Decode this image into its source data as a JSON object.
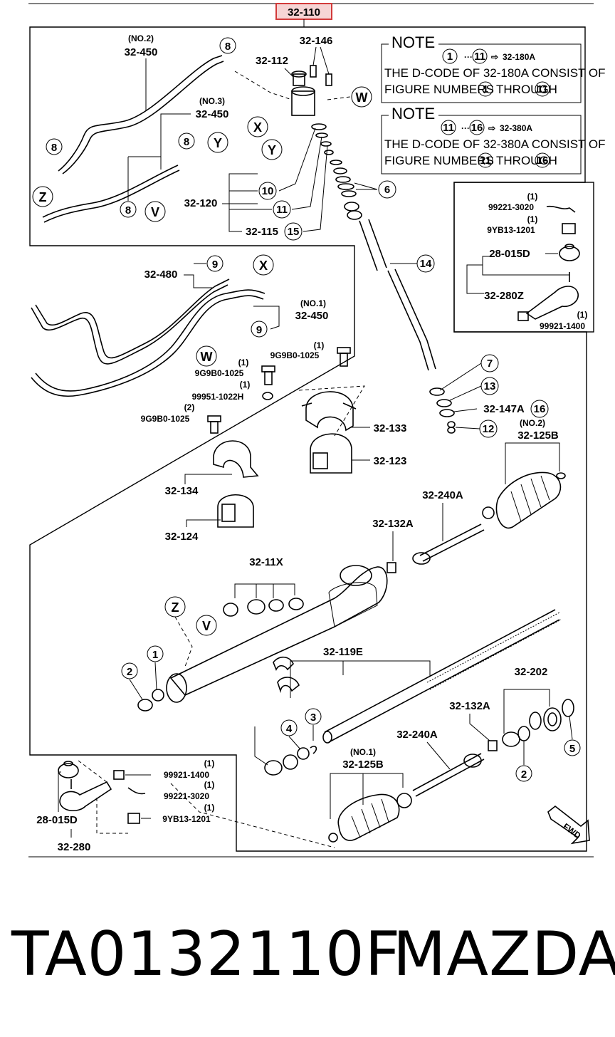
{
  "header": {
    "code": "32-110"
  },
  "notes": [
    {
      "heading": "NOTE",
      "ref_from": "1",
      "ref_to": "11",
      "target": "32-180A",
      "line1": "THE D-CODE OF 32-180A CONSIST OF",
      "line2_pre": "FIGURE NUMBERS",
      "line2_mid": "THROUGH",
      "fig_from": "1",
      "fig_to": "11"
    },
    {
      "heading": "NOTE",
      "ref_from": "11",
      "ref_to": "16",
      "target": "32-380A",
      "line1": "THE D-CODE OF 32-380A CONSIST OF",
      "line2_pre": "FIGURE NUMBERS",
      "line2_mid": "THROUGH",
      "fig_from": "11",
      "fig_to": "16"
    }
  ],
  "labels": {
    "p32_450_no2_q": "(NO.2)",
    "p32_450_no2": "32-450",
    "p32_112": "32-112",
    "p32_146": "32-146",
    "p32_450_no3_q": "(NO.3)",
    "p32_450_no3": "32-450",
    "p32_120": "32-120",
    "p32_115": "32-115",
    "p32_480": "32-480",
    "p32_450_no1_q": "(NO.1)",
    "p32_450_no1": "32-450",
    "p9g9b0_a_q": "(1)",
    "p9g9b0_a": "9G9B0-1025",
    "p9g9b0_b_q": "(1)",
    "p9g9b0_b": "9G9B0-1025",
    "p99951_q": "(1)",
    "p99951": "99951-1022H",
    "p9g9b0_c_q": "(2)",
    "p9g9b0_c": "9G9B0-1025",
    "p32_133": "32-133",
    "p32_123": "32-123",
    "p32_134": "32-134",
    "p32_124": "32-124",
    "p99221_top_q": "(1)",
    "p99221_top": "99221-3020",
    "p9yb13_top_q": "(1)",
    "p9yb13_top": "9YB13-1201",
    "p28_015d_top": "28-015D",
    "p32_280z": "32-280Z",
    "p99921_top_q": "(1)",
    "p99921_top": "99921-1400",
    "p32_147a": "32-147A",
    "p32_125b_no2_q": "(NO.2)",
    "p32_125b_no2": "32-125B",
    "p32_240a_top": "32-240A",
    "p32_132a_top": "32-132A",
    "p32_11x": "32-11X",
    "p32_119e": "32-119E",
    "p32_202": "32-202",
    "p32_132a_bot": "32-132A",
    "p32_240a_bot": "32-240A",
    "p32_125b_no1_q": "(NO.1)",
    "p32_125b_no1": "32-125B",
    "p99921_bot_q": "(1)",
    "p99921_bot": "99921-1400",
    "p99221_bot_q": "(1)",
    "p99221_bot": "99221-3020",
    "p9yb13_bot_q": "(1)",
    "p9yb13_bot": "9YB13-1201",
    "p28_015d_bot": "28-015D",
    "p32_280": "32-280",
    "fwd": "FWD"
  },
  "callouts": [
    "1",
    "2",
    "3",
    "4",
    "5",
    "6",
    "7",
    "8",
    "9",
    "10",
    "11",
    "12",
    "13",
    "14",
    "15",
    "16"
  ],
  "letters": [
    "V",
    "W",
    "X",
    "Y",
    "Z"
  ],
  "footer": {
    "part_number": "TA0132110F",
    "brand": "MAZDA"
  },
  "colors": {
    "highlight_border": "#d23a3a",
    "highlight_fill": "#f6d4d4",
    "ink": "#000000"
  }
}
